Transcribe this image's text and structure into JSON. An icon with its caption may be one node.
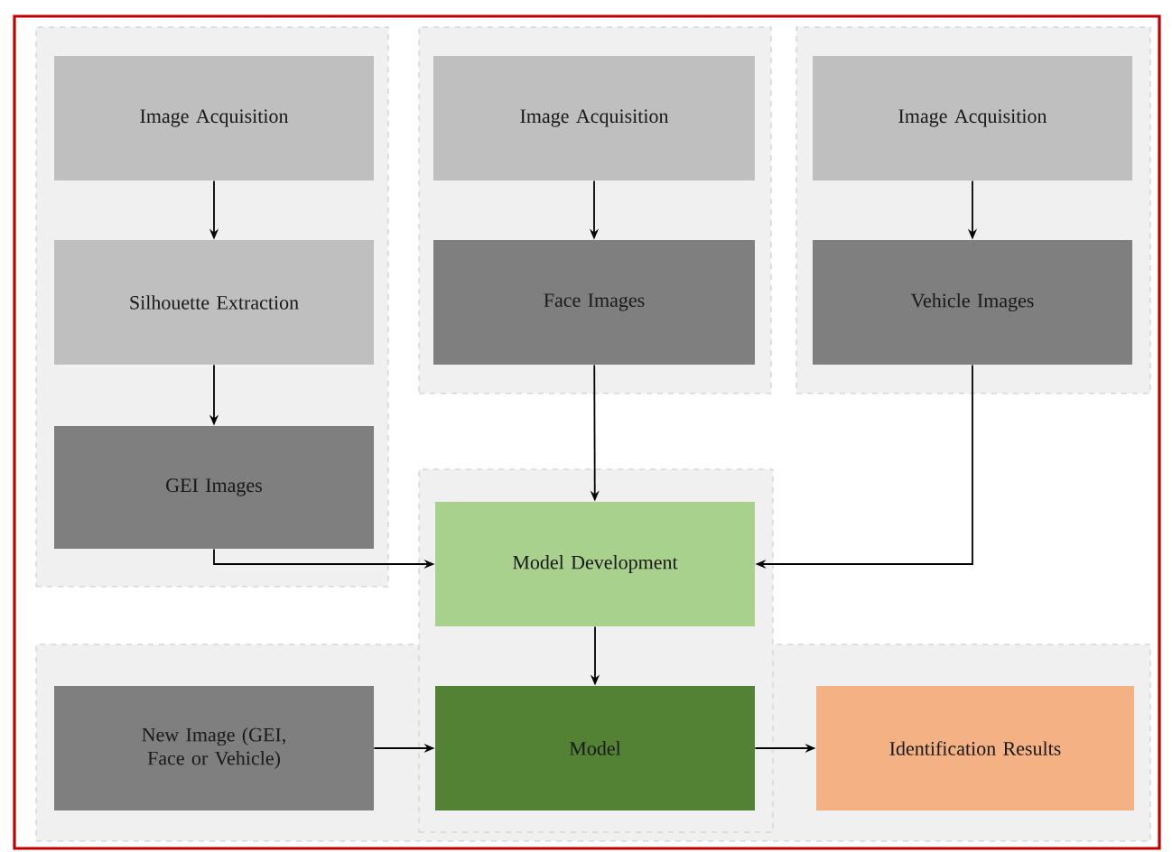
{
  "diagram": {
    "nodes": [
      {
        "text": [],
        "shape": "box"
      },
      {
        "text": [],
        "shape": "box"
      },
      {
        "text": [],
        "shape": "box"
      },
      {
        "text": [
          "Image Acquisition"
        ],
        "in": 0
      },
      {
        "text": [
          "Silhouette Extraction"
        ],
        "in": 0
      },
      {
        "text": [
          "GEI Images"
        ],
        "in": 0
      },
      {
        "text": [
          "Image Acquisition"
        ],
        "in": 1
      },
      {
        "text": [
          "Face Images"
        ],
        "in": 1
      },
      {
        "text": [
          "Image Acquisition"
        ],
        "in": 2
      },
      {
        "text": [
          "Vehicle Images"
        ],
        "in": 2
      },
      {
        "text": [],
        "shape": "box"
      },
      {
        "text": [],
        "shape": "box"
      },
      {
        "text": [
          "Model Development"
        ],
        "in": 10
      },
      {
        "text": [
          "New Image (GEI, Face or Vehicle)"
        ],
        "in": 11
      },
      {
        "text": [
          "Model"
        ]
      },
      {
        "text": [
          "Identification Results"
        ],
        "in": 11
      }
    ],
    "edges": [
      {
        "from": 3,
        "to": 4,
        "arrow": "to"
      },
      {
        "from": 4,
        "to": 5,
        "arrow": "to"
      },
      {
        "from": 6,
        "to": 7,
        "arrow": "to"
      },
      {
        "from": 8,
        "to": 9,
        "arrow": "to"
      },
      {
        "from": 5,
        "to": 12,
        "arrow": "to"
      },
      {
        "from": 7,
        "to": 12,
        "arrow": "to"
      },
      {
        "from": 9,
        "to": 12,
        "arrow": "to"
      },
      {
        "from": 12,
        "to": 14,
        "arrow": "to"
      },
      {
        "from": 13,
        "to": 14,
        "arrow": "to"
      },
      {
        "from": 14,
        "to": 15,
        "arrow": "to"
      }
    ]
  }
}
